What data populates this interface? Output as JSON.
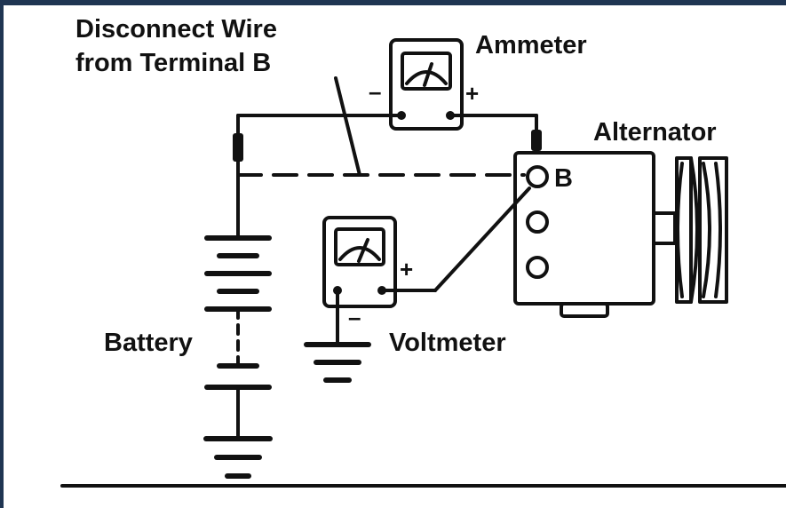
{
  "labels": {
    "disconnect_line1": "Disconnect Wire",
    "disconnect_line2": "from Terminal B",
    "ammeter": "Ammeter",
    "alternator": "Alternator",
    "terminal_b": "B",
    "battery": "Battery",
    "voltmeter": "Voltmeter",
    "ammeter_minus": "–",
    "ammeter_plus": "+",
    "voltmeter_plus": "+",
    "voltmeter_minus": "–"
  },
  "colors": {
    "ink": "#111111",
    "paper": "#ffffff",
    "frame": "#1f3552"
  }
}
